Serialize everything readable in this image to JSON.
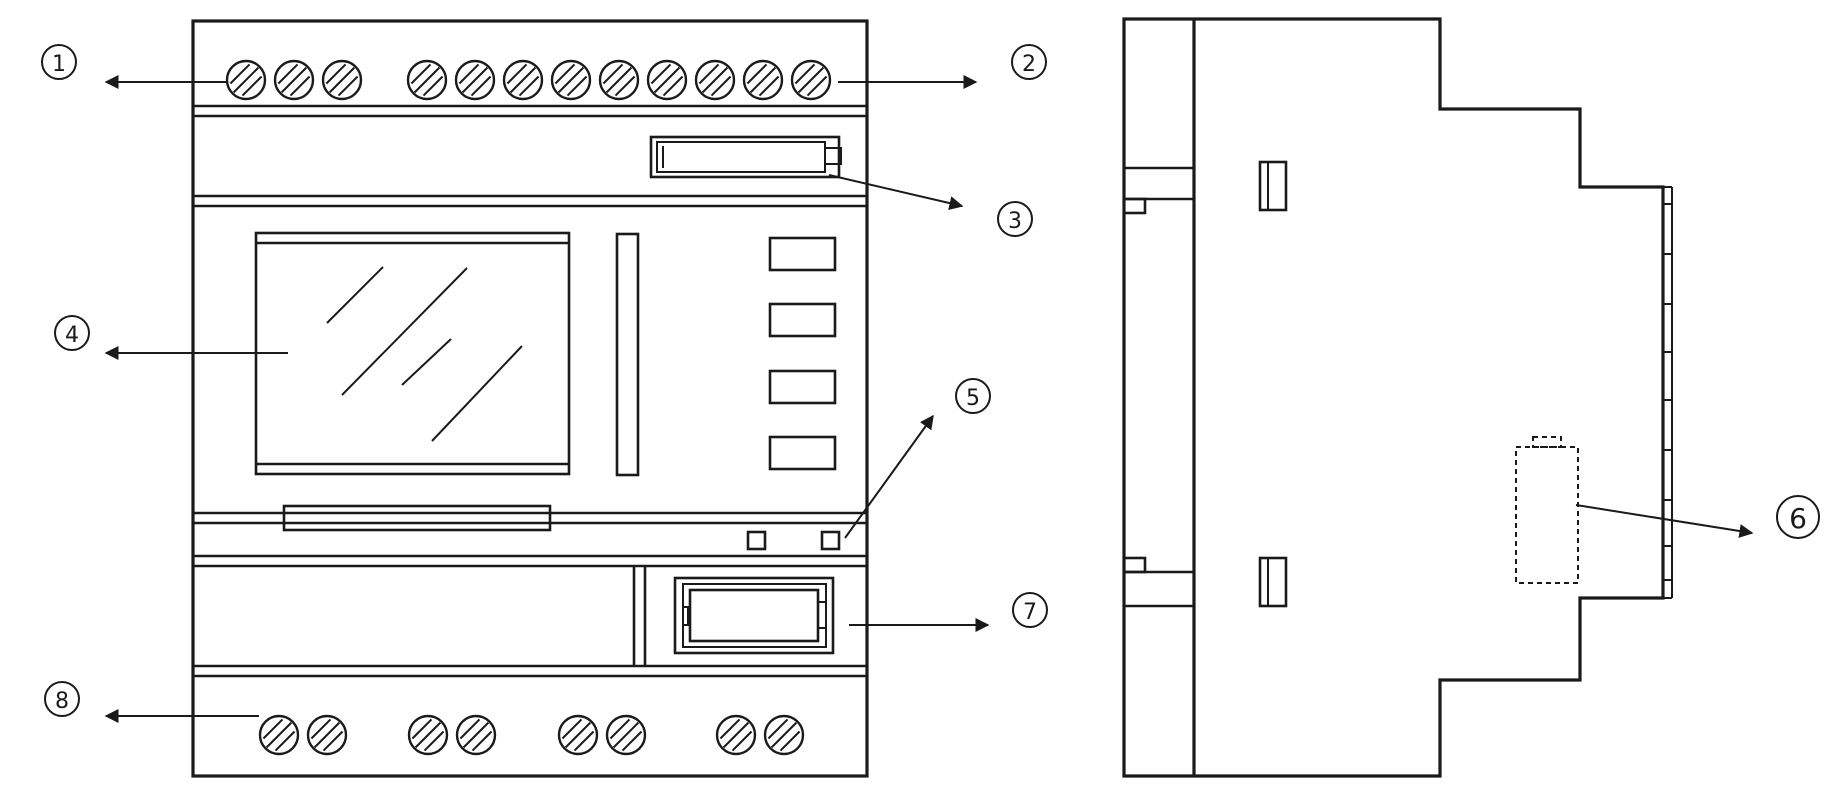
{
  "callouts": [
    {
      "id": "1",
      "label": "1"
    },
    {
      "id": "2",
      "label": "2"
    },
    {
      "id": "3",
      "label": "3"
    },
    {
      "id": "4",
      "label": "4"
    },
    {
      "id": "5",
      "label": "5"
    },
    {
      "id": "6",
      "label": "6"
    },
    {
      "id": "7",
      "label": "7"
    },
    {
      "id": "8",
      "label": "8"
    }
  ],
  "terminals": {
    "top_group_1_count": 3,
    "top_group_2_count": 9,
    "bottom_pairs_count": 4
  },
  "colors": {
    "line": "#1a1a1a",
    "background": "#ffffff"
  }
}
